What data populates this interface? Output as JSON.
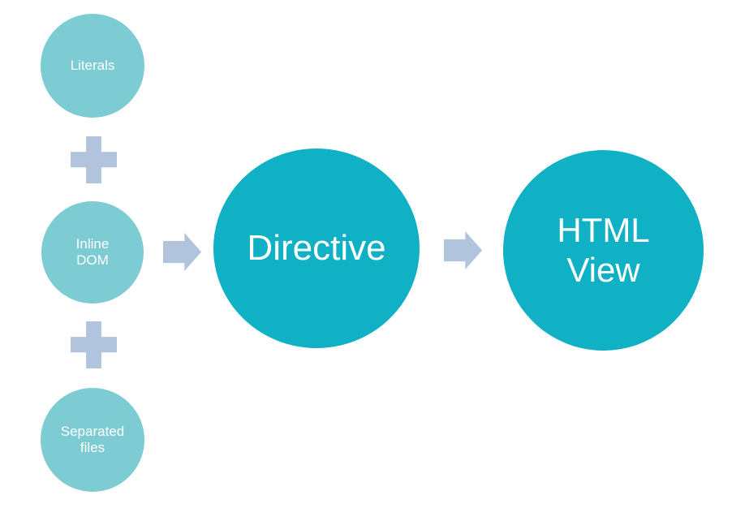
{
  "diagram": {
    "type": "flow-equation",
    "inputs": [
      {
        "label": "Literals"
      },
      {
        "label": "Inline\nDOM"
      },
      {
        "label": "Separated\nfiles"
      }
    ],
    "operators": [
      {
        "icon": "plus-icon",
        "glyph": "+"
      },
      {
        "icon": "plus-icon",
        "glyph": "+"
      }
    ],
    "connectors": [
      {
        "icon": "arrow-right-icon",
        "from": "inputs",
        "to": "Directive"
      },
      {
        "icon": "arrow-right-icon",
        "from": "Directive",
        "to": "HTML View"
      }
    ],
    "process": {
      "label": "Directive"
    },
    "output": {
      "label": "HTML\nView"
    }
  },
  "colors": {
    "background": "#ffffff",
    "small_circle_fill": "#7dcbd3",
    "large_circle_fill": "#10b0c5",
    "connector_fill": "#b2c3dd",
    "label_text": "#ffffff"
  }
}
